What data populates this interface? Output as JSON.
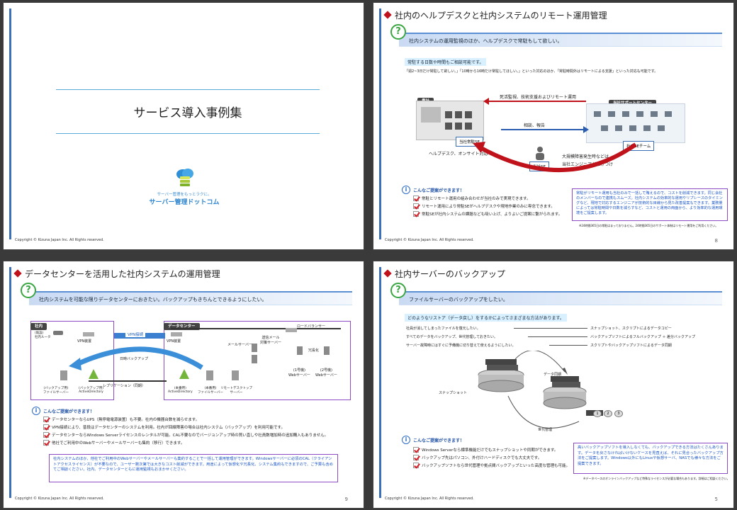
{
  "slide1": {
    "title": "サービス導入事例集",
    "tagline": "サーバー管理をもっとラクに。",
    "brand": "サーバー管理ドットコム",
    "copyright": "Copyright © Kizuna Japan Inc. All Rights reserved."
  },
  "slide2": {
    "title": "社内のヘルプデスクと社内システムのリモート運用管理",
    "question": "社内システムの運用監視のほか、ヘルプデスクで常駐もして欲しい。",
    "highlight": "常駐する日数や時間もご相談可能です。",
    "desc": "「週2~3日だけ常駐して欲しい。」「10時から16時だけ常駐してほしい。」といった対応のほか、「常駐時間外はリモートによる支援」といった対応も可能です。",
    "diagram": {
      "office": "貴社",
      "center": "当社サポートセンター",
      "arrow_top": "死活監視、技術支援およびリモート運用",
      "consult": "相談、報告",
      "se_onsite": "当社常駐SE",
      "helpdesk": "ヘルプデスク、オンサイト対応",
      "se": "当社SE",
      "disaster1": "大規模障害発生時などは",
      "disaster2": "当社エンジニアが駆けつけ",
      "team": "社内SEチーム"
    },
    "proposal_head": "こんなご提案ができます！",
    "checks": [
      "常駐とリモート運用の組み合わせが当社のみで実現できます。",
      "リモート運用により常駐SEがヘルプデスクや現地作業のみに専念できます。",
      "常駐SEが社内システムの課題なども吸い上げ、よりよいご提案に繋がられます。"
    ],
    "box": "常駐がリモート運用も当社のみで一括して賄えるので、コストを削減できます。同じ会社のメンバーなので連携もスムーズ。社内システムの効率的な運用やリプレースのタイミングなど、現地で対応するエンジニアが技術的な目線から見た改善提案もできます。業務量によっては常駐時間や日数を減らすなど、コストと運用の両面から、より効率的な運用環境をご提案します。",
    "footnote": "※24時間365日の常駐はまっておりません。24時間365日のサポート体制はリモート運用をご利用ください。",
    "page": "8",
    "copyright": "Copyright © Kizuna Japan Inc. All Rights reserved."
  },
  "slide3": {
    "title": "データセンターを活用した社内システムの運用管理",
    "question": "社内システムを可能な限りデータセンターにおきたい。バックアップもきちんとできるようにしたい。",
    "diagram": {
      "office": "社内",
      "dc": "データセンター",
      "router": "(既設)\n社内ルータ",
      "vpn": "VPN接続",
      "vpn_dev1": "VPN装置",
      "vpn_dev2": "VPN装置",
      "lb": "ロードバランサー",
      "daily": "日時バックアップ",
      "replication": "レプリケーション（同期）",
      "mail": "メールサーバー",
      "remote_out": "送信メール\n対策サーバー",
      "redundant": "冗長化",
      "web1": "(1号機)\nWebサーバー",
      "web2": "(2号機)\nWebサーバー",
      "bkfile": "(バックアップ用)\nファイルサーバー",
      "bkad": "(バックアップ用)\nActiveDirectory",
      "ad": "(本番用)\nActiveDirectory",
      "file": "(本番用)\nファイルサーバー",
      "rdp": "リモートデスクトップ\nサーバー"
    },
    "proposal_head": "こんなご提案ができます！",
    "checks": [
      "データセンターならUPS（無停電電源装置）も不要。社内の機器台数を減らせます。",
      "VPN接続により、普段はデータセンターのシステムを利用。社内が回線障害の場合は社内システム（バックアップ）を利用可能です。",
      "データセンターならWindows Serverライセンスのレンタルが可能。CAL不要なのでバージョンアップ時の買い直しや社員数増加時の追加購入もありません。",
      "他社でご利用中のWebサーバーやメールサーバーも集約（移行）できます。"
    ],
    "box": "社内システムのほか、他社でご利用中のWebサーバーやメールサーバーも集約することで一括して運用管理ができます。Windowsサーバーに必須のCAL（クライアントアクセスライセンス）が不要なので、ユーザー数次第では大きなコスト削減ができます。用途によって仮想化や冗長化、システム集約もできますので、ご予算も含めてご相談ください。社内、データセンターともに運用監視もおまかせください。",
    "page": "9",
    "copyright": "Copyright © Kizuna Japan Inc. All Rights reserved."
  },
  "slide4": {
    "title": "社内サーバーのバックアップ",
    "question": "ファイルサーバーのバックアップをしたい。",
    "highlight": "どのようなリストア（データ戻し）をするかによってさまざまな方法があります。",
    "rows": [
      {
        "left": "社員が消してしまったファイルを復元したい。",
        "right": "スナップショット、スクリプトによるデータコピー"
      },
      {
        "left": "すべてのデータをバックアップ、世代管理しておきたい。",
        "right": "バックアップソフトによるフルバックアップ ＋ 差分バックアップ"
      },
      {
        "left": "サーバー故障時にはすぐに予備機に切り替えて使えるようにしたい。",
        "right": "スクリプトやバックアップソフトによるデータ同期"
      }
    ],
    "diagram": {
      "sync": "データ同期",
      "snapshot": "スナップショット",
      "gen": "世代管理",
      "n1": "1",
      "n2": "2",
      "n3": "3"
    },
    "proposal_head": "こんなご提案ができます！",
    "checks": [
      "Windows Serverなら標準機能だけでもスナップショットや同期ができます。",
      "バックアップ先はパソコン、外付けハードディスクでも大丈夫です。",
      "バックアップソフトなら世代管理や拠点間バックアップといった高度な管理も可能。"
    ],
    "box": "高いバックアップソフトを導入しなくても、バックアップできる方法はたくさんあります。データを戻さなければいけないケースを見直えば、それに見合ったバックアップ方法をご提案します。Windows以外にもLinuxや仮想サーバ、NASでも様々な方法をご提案できます。",
    "footnote": "※データベースのオンラインバックアップなど特殊なライセンスが必要な場合もあります。詳細はご相談ください。",
    "page": "5",
    "copyright": "Copyright © Kizuna Japan Inc. All Rights reserved."
  }
}
